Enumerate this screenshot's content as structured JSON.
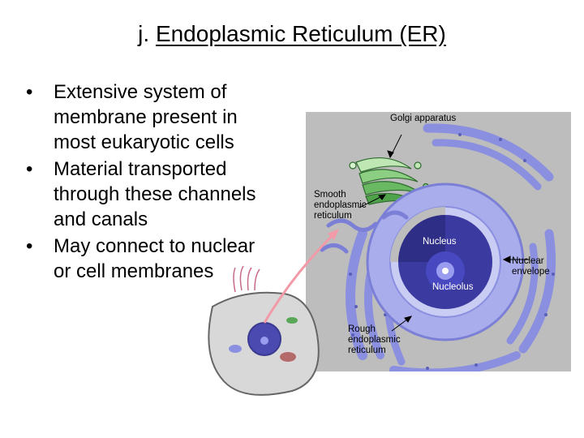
{
  "title": {
    "prefix": "j.",
    "text": "Endoplasmic Reticulum (ER)"
  },
  "bullets": [
    "Extensive system of membrane present in most eukaryotic cells",
    "Material transported through these channels and canals",
    "May connect to nuclear or cell membranes"
  ],
  "diagram": {
    "labels": {
      "golgi": "Golgi apparatus",
      "smooth_er": "Smooth endoplasmic reticulum",
      "nucleus": "Nucleus",
      "nucleolus": "Nucleolus",
      "nuclear_envelope": "Nuclear envelope",
      "rough_er": "Rough endoplasmic reticulum"
    },
    "colors": {
      "er": "#8a8fe0",
      "nucleus": "#3a3aa0",
      "golgi": "#59a859",
      "arrow": "#f29aa8",
      "panel": "#bdbdbd"
    }
  }
}
